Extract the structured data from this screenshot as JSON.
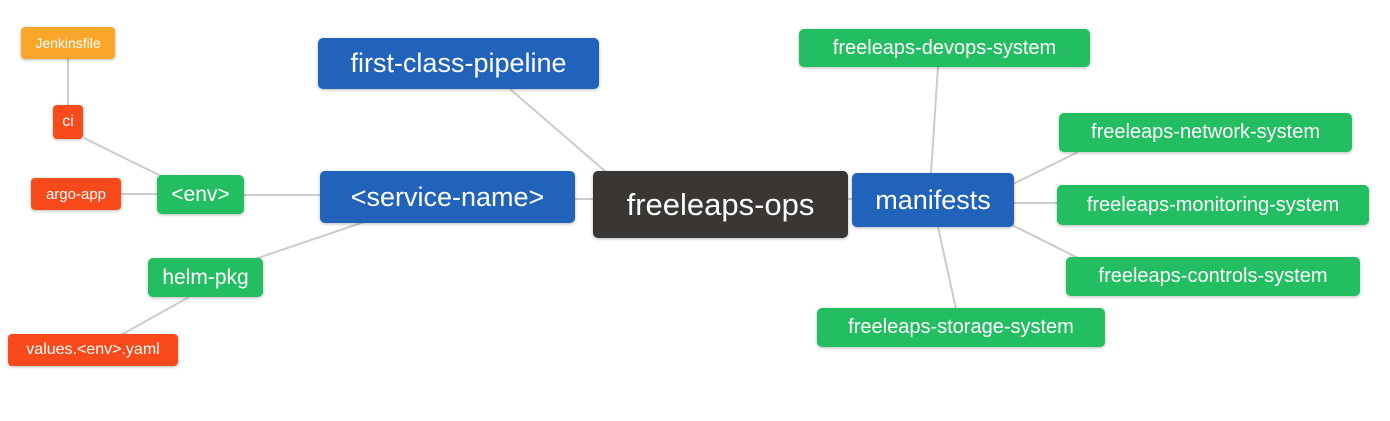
{
  "palette": {
    "orange": "#F9A62B",
    "red": "#F94A1B",
    "green": "#23BE61",
    "blue": "#2163BB",
    "dark": "#3A3633",
    "edge": "#CCCCCC",
    "text": "#FFFFFF"
  },
  "nodes": {
    "jenkinsfile": {
      "label": "Jenkinsfile"
    },
    "ci": {
      "label": "ci"
    },
    "argo_app": {
      "label": "argo-app"
    },
    "env": {
      "label": "<env>"
    },
    "helm_pkg": {
      "label": "helm-pkg"
    },
    "values_yaml": {
      "label": "values.<env>.yaml"
    },
    "first_class_pipeline": {
      "label": "first-class-pipeline"
    },
    "service_name": {
      "label": "<service-name>"
    },
    "freeleaps_ops": {
      "label": "freeleaps-ops"
    },
    "manifests": {
      "label": "manifests"
    },
    "devops_system": {
      "label": "freeleaps-devops-system"
    },
    "network_system": {
      "label": "freeleaps-network-system"
    },
    "monitoring_system": {
      "label": "freeleaps-monitoring-system"
    },
    "controls_system": {
      "label": "freeleaps-controls-system"
    },
    "storage_system": {
      "label": "freeleaps-storage-system"
    }
  },
  "edges": [
    {
      "from": "Jenkinsfile",
      "to": "ci"
    },
    {
      "from": "ci",
      "to": "<env>"
    },
    {
      "from": "argo-app",
      "to": "<env>"
    },
    {
      "from": "<env>",
      "to": "<service-name>"
    },
    {
      "from": "helm-pkg",
      "to": "<service-name>"
    },
    {
      "from": "values.<env>.yaml",
      "to": "helm-pkg"
    },
    {
      "from": "first-class-pipeline",
      "to": "freeleaps-ops"
    },
    {
      "from": "<service-name>",
      "to": "freeleaps-ops"
    },
    {
      "from": "freeleaps-ops",
      "to": "manifests"
    },
    {
      "from": "freeleaps-devops-system",
      "to": "manifests"
    },
    {
      "from": "freeleaps-network-system",
      "to": "manifests"
    },
    {
      "from": "freeleaps-monitoring-system",
      "to": "manifests"
    },
    {
      "from": "freeleaps-controls-system",
      "to": "manifests"
    },
    {
      "from": "freeleaps-storage-system",
      "to": "manifests"
    }
  ]
}
